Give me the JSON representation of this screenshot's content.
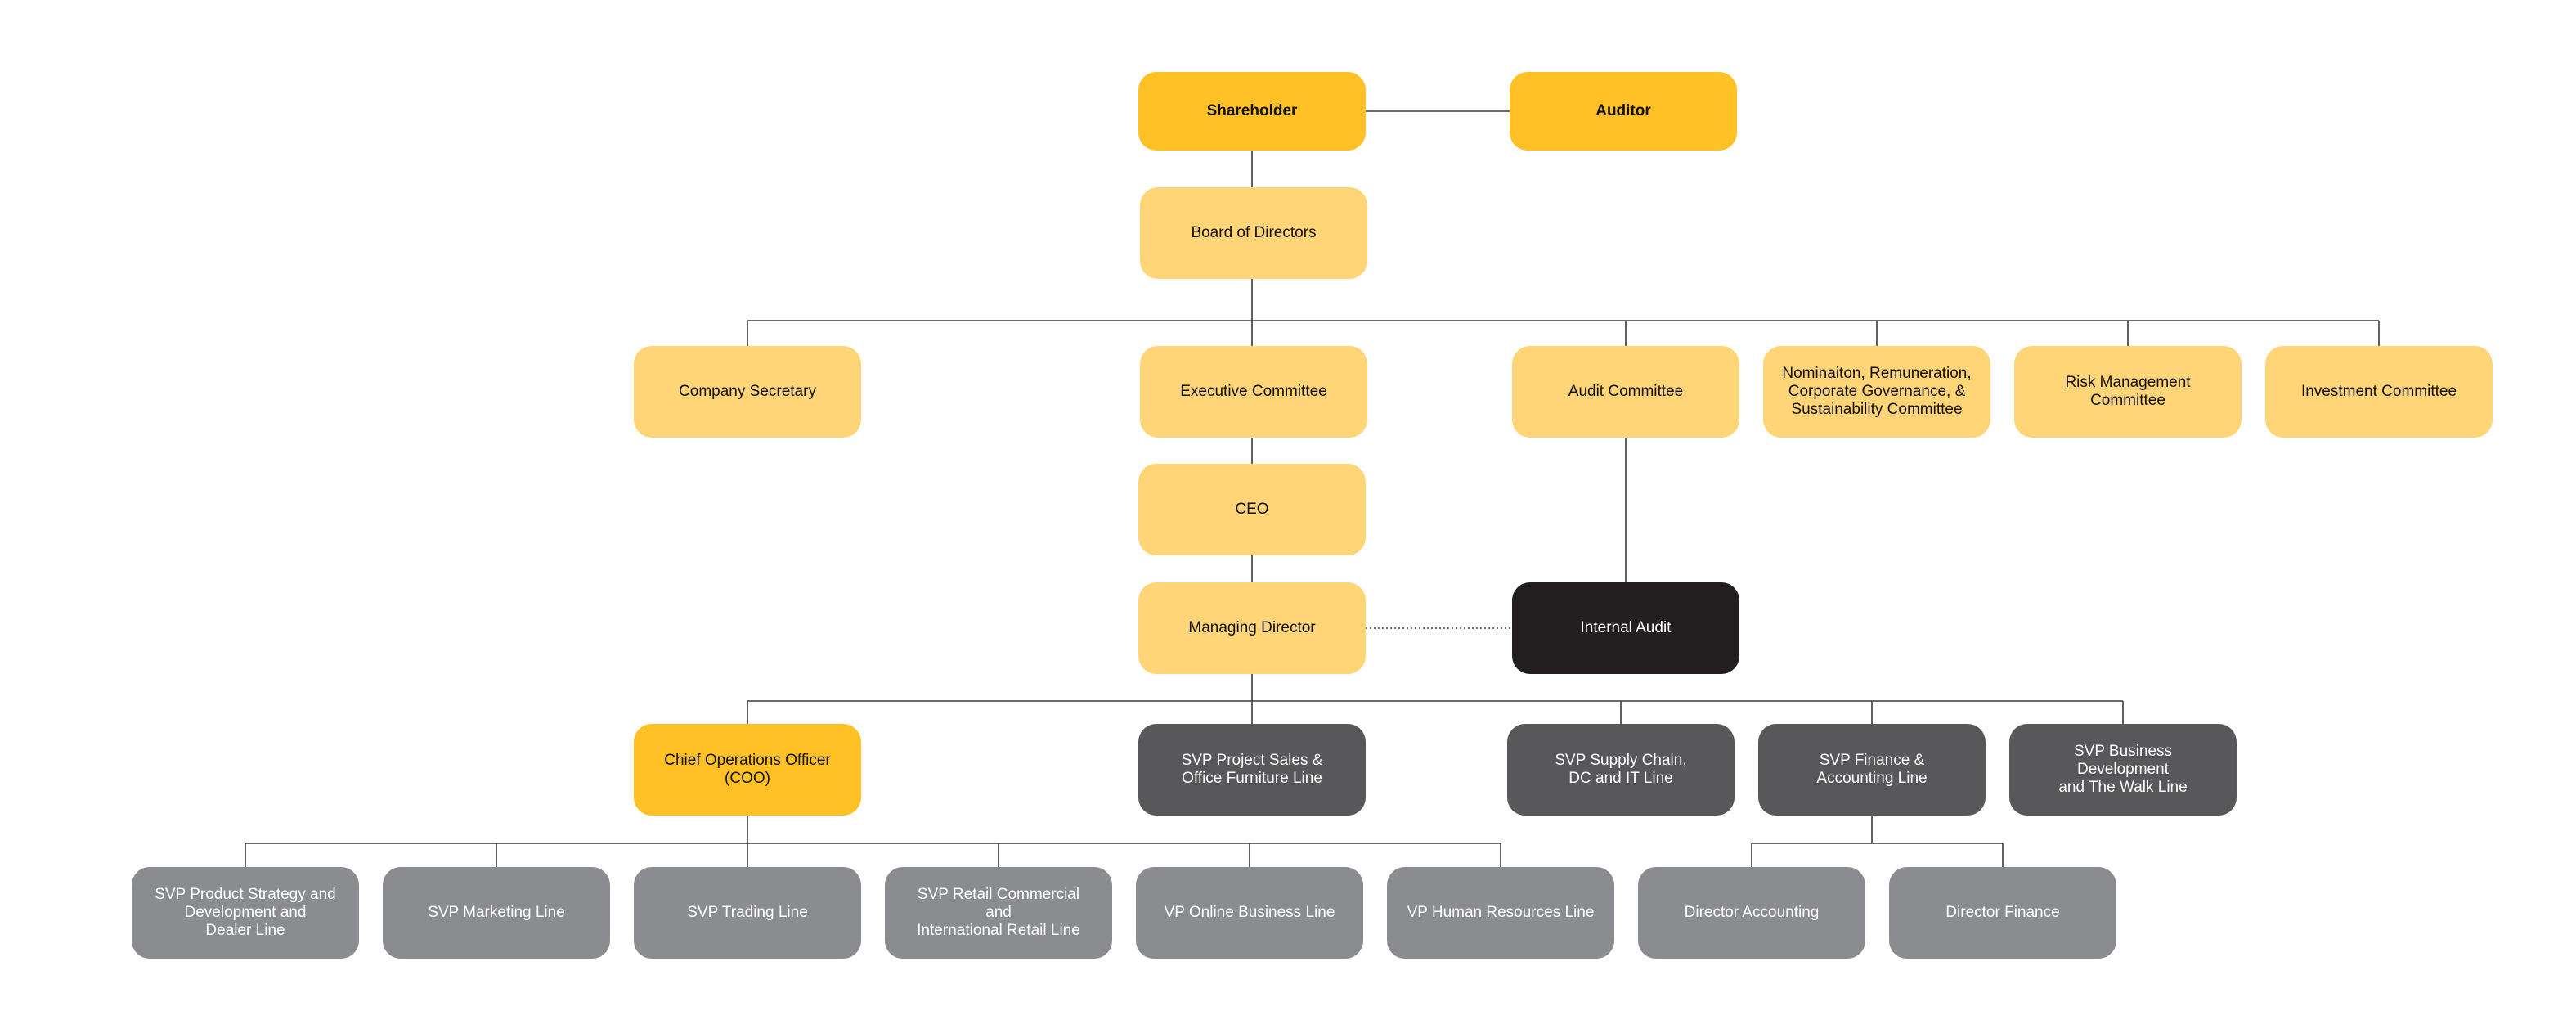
{
  "nodes": [
    {
      "id": "shareholder",
      "label": "Shareholder",
      "tier": "gold",
      "bold": true
    },
    {
      "id": "auditor",
      "label": "Auditor",
      "tier": "gold",
      "bold": true
    },
    {
      "id": "board",
      "label": "Board of Directors",
      "tier": "light"
    },
    {
      "id": "company_secretary",
      "label": "Company Secretary",
      "tier": "light"
    },
    {
      "id": "executive_committee",
      "label": "Executive Committee",
      "tier": "light"
    },
    {
      "id": "audit_committee",
      "label": "Audit Committee",
      "tier": "light"
    },
    {
      "id": "nomination_committee",
      "label": "Nominaiton, Remuneration,\nCorporate Governance, &\nSustainability Committee",
      "tier": "light"
    },
    {
      "id": "risk_committee",
      "label": "Risk Management\nCommittee",
      "tier": "light"
    },
    {
      "id": "investment_committee",
      "label": "Investment Committee",
      "tier": "light"
    },
    {
      "id": "ceo",
      "label": "CEO",
      "tier": "light"
    },
    {
      "id": "managing_director",
      "label": "Managing Director",
      "tier": "light"
    },
    {
      "id": "internal_audit",
      "label": "Internal Audit",
      "tier": "black"
    },
    {
      "id": "coo",
      "label": "Chief Operations Officer\n(COO)",
      "tier": "gold"
    },
    {
      "id": "svp_project_sales",
      "label": "SVP Project Sales &\nOffice Furniture Line",
      "tier": "dark"
    },
    {
      "id": "svp_supply_chain",
      "label": "SVP Supply Chain,\nDC and IT Line",
      "tier": "dark"
    },
    {
      "id": "svp_finance",
      "label": "SVP Finance &\nAccounting Line",
      "tier": "dark"
    },
    {
      "id": "svp_business_dev",
      "label": "SVP Business Development\nand The Walk Line",
      "tier": "dark"
    },
    {
      "id": "svp_product_strategy",
      "label": "SVP Product Strategy and\nDevelopment and\nDealer Line",
      "tier": "grey"
    },
    {
      "id": "svp_marketing",
      "label": "SVP Marketing Line",
      "tier": "grey"
    },
    {
      "id": "svp_trading",
      "label": "SVP Trading Line",
      "tier": "grey"
    },
    {
      "id": "svp_retail",
      "label": "SVP Retail Commercial and\nInternational Retail Line",
      "tier": "grey"
    },
    {
      "id": "vp_online",
      "label": "VP Online Business Line",
      "tier": "grey"
    },
    {
      "id": "vp_hr",
      "label": "VP Human Resources Line",
      "tier": "grey"
    },
    {
      "id": "director_accounting",
      "label": "Director Accounting",
      "tier": "grey"
    },
    {
      "id": "director_finance",
      "label": "Director Finance",
      "tier": "grey"
    }
  ],
  "edges": [
    {
      "from": "shareholder",
      "to": "auditor",
      "style": "solid"
    },
    {
      "from": "shareholder",
      "to": "board",
      "style": "solid"
    },
    {
      "from": "board",
      "to": "company_secretary",
      "style": "solid"
    },
    {
      "from": "board",
      "to": "executive_committee",
      "style": "solid"
    },
    {
      "from": "board",
      "to": "audit_committee",
      "style": "solid"
    },
    {
      "from": "board",
      "to": "nomination_committee",
      "style": "solid"
    },
    {
      "from": "board",
      "to": "risk_committee",
      "style": "solid"
    },
    {
      "from": "board",
      "to": "investment_committee",
      "style": "solid"
    },
    {
      "from": "executive_committee",
      "to": "ceo",
      "style": "solid"
    },
    {
      "from": "ceo",
      "to": "managing_director",
      "style": "solid"
    },
    {
      "from": "audit_committee",
      "to": "internal_audit",
      "style": "solid"
    },
    {
      "from": "managing_director",
      "to": "internal_audit",
      "style": "dotted"
    },
    {
      "from": "managing_director",
      "to": "coo",
      "style": "solid"
    },
    {
      "from": "managing_director",
      "to": "svp_project_sales",
      "style": "solid"
    },
    {
      "from": "managing_director",
      "to": "svp_supply_chain",
      "style": "solid"
    },
    {
      "from": "managing_director",
      "to": "svp_finance",
      "style": "solid"
    },
    {
      "from": "managing_director",
      "to": "svp_business_dev",
      "style": "solid"
    },
    {
      "from": "coo",
      "to": "svp_product_strategy",
      "style": "solid"
    },
    {
      "from": "coo",
      "to": "svp_marketing",
      "style": "solid"
    },
    {
      "from": "coo",
      "to": "svp_trading",
      "style": "solid"
    },
    {
      "from": "coo",
      "to": "svp_retail",
      "style": "solid"
    },
    {
      "from": "coo",
      "to": "vp_online",
      "style": "solid"
    },
    {
      "from": "coo",
      "to": "vp_hr",
      "style": "solid"
    },
    {
      "from": "svp_finance",
      "to": "director_accounting",
      "style": "solid"
    },
    {
      "from": "svp_finance",
      "to": "director_finance",
      "style": "solid"
    }
  ],
  "colors": {
    "gold": "#FFC125",
    "light": "#FFD578",
    "black": "#231F20",
    "dark": "#58585A",
    "grey": "#8B8C8F",
    "line": "#3a3a3a"
  }
}
